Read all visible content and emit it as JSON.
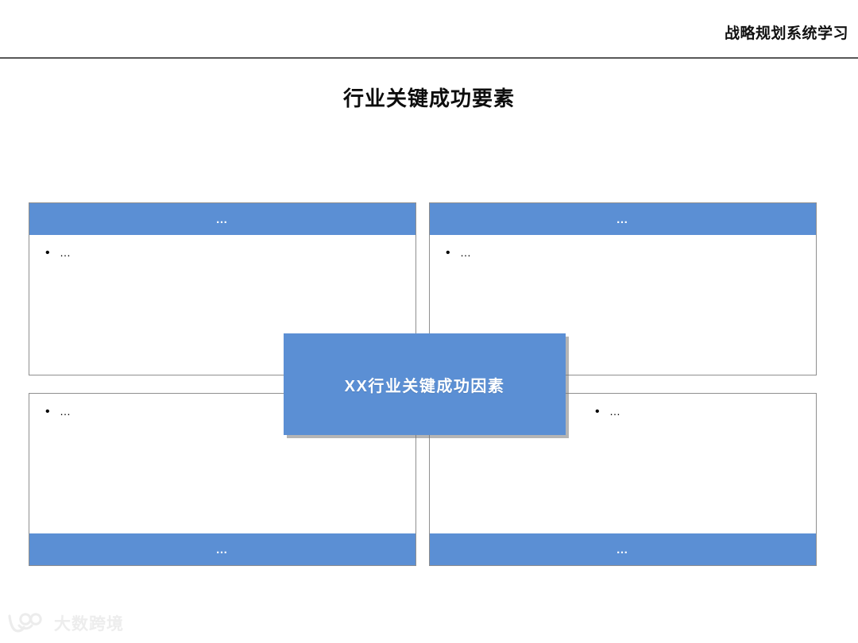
{
  "header": {
    "title": "战略规划系统学习"
  },
  "slide": {
    "title": "行业关键成功要素"
  },
  "center": {
    "label": "XX行业关键成功因素"
  },
  "quadrants": [
    {
      "id": "top-left",
      "bar_label": "…",
      "bullet_marker": "•",
      "bullet_text": "…"
    },
    {
      "id": "top-right",
      "bar_label": "…",
      "bullet_marker": "•",
      "bullet_text": "…"
    },
    {
      "id": "bottom-left",
      "bar_label": "…",
      "bullet_marker": "•",
      "bullet_text": "…"
    },
    {
      "id": "bottom-right",
      "bar_label": "…",
      "bullet_marker": "•",
      "bullet_text": "…"
    }
  ],
  "watermark": {
    "text": "大数跨境",
    "icon": "dashujingjing-logo-icon"
  },
  "colors": {
    "accent_blue": "#5b8fd4",
    "rule_gray": "#585858",
    "box_border": "#8f8f8f",
    "watermark_gray": "#ededed"
  }
}
